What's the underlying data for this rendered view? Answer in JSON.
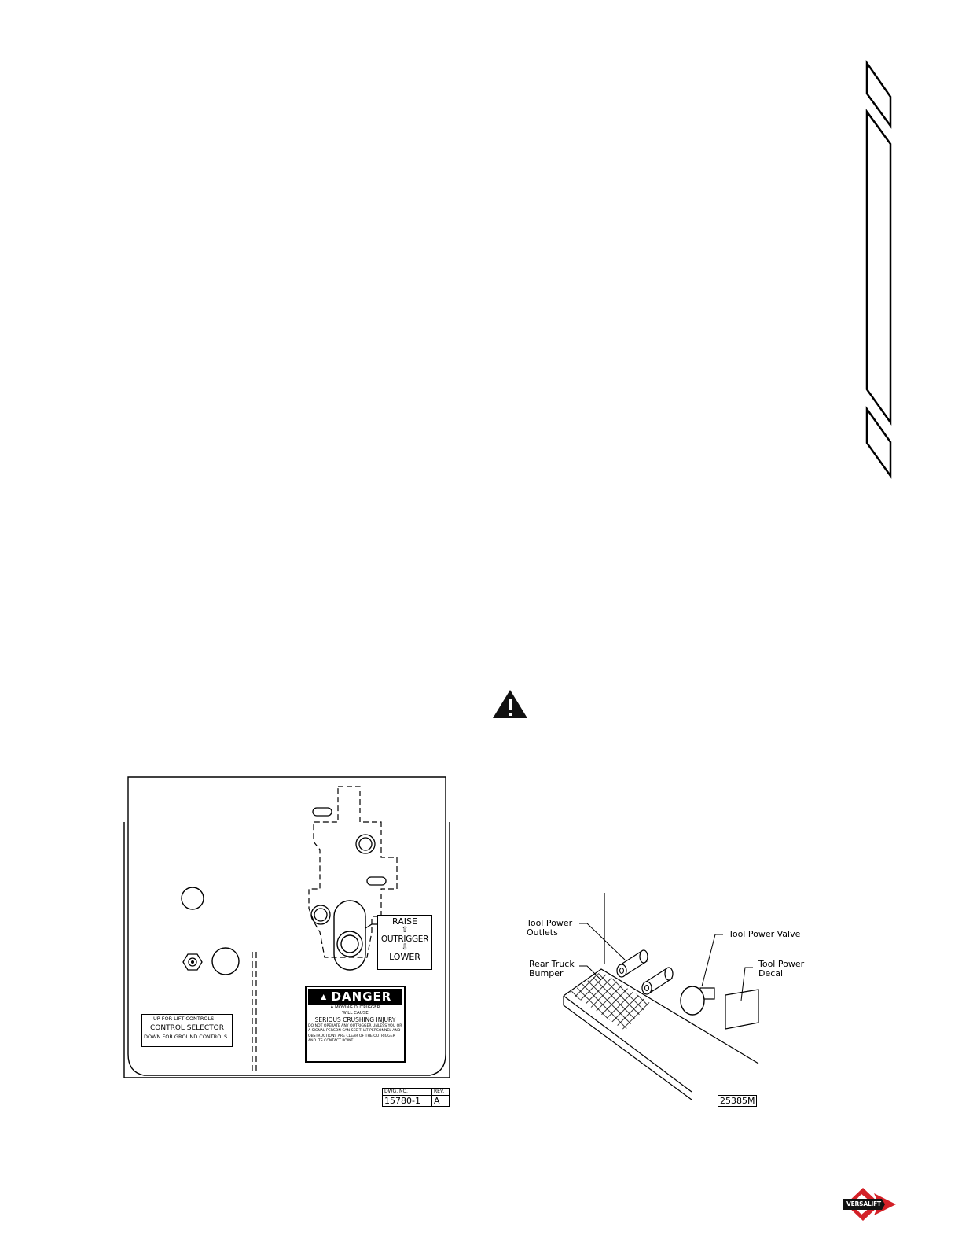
{
  "control_panel": {
    "outrigger_decal": {
      "raise": "RAISE",
      "outrigger": "OUTRIGGER",
      "lower": "LOWER"
    },
    "danger_decal": {
      "title": "DANGER",
      "line1": "A MOVING OUTRIGGER",
      "line2": "WILL CAUSE",
      "line3": "SERIOUS CRUSHING INJURY",
      "body": "DO NOT OPERATE ANY OUTRIGGER UNLESS YOU OR A SIGNAL PERSON CAN SEE THAT PERSONNEL AND OBSTRUCTIONS ARE CLEAR OF THE OUTRIGGER AND ITS CONTACT POINT."
    },
    "selector_decal": {
      "up": "UP FOR LIFT CONTROLS",
      "title": "CONTROL SELECTOR",
      "down": "DOWN FOR GROUND CONTROLS"
    },
    "title_block": {
      "dwg_label": "DWG. NO.",
      "rev_label": "REV.",
      "dwg_no": "15780-1",
      "rev": "A"
    }
  },
  "tool_power": {
    "labels": {
      "outlets": "Tool Power\nOutlets",
      "valve": "Tool Power Valve",
      "bumper": "Rear Truck\nBumper",
      "decal": "Tool Power\nDecal"
    },
    "drawing_no": "25385M"
  },
  "warning_icon": "warning-triangle-icon",
  "logo": {
    "name": "versalift-logo",
    "text": "VERSALIFT",
    "color": "#d32027"
  },
  "side_tabs": "section-tab-markers"
}
